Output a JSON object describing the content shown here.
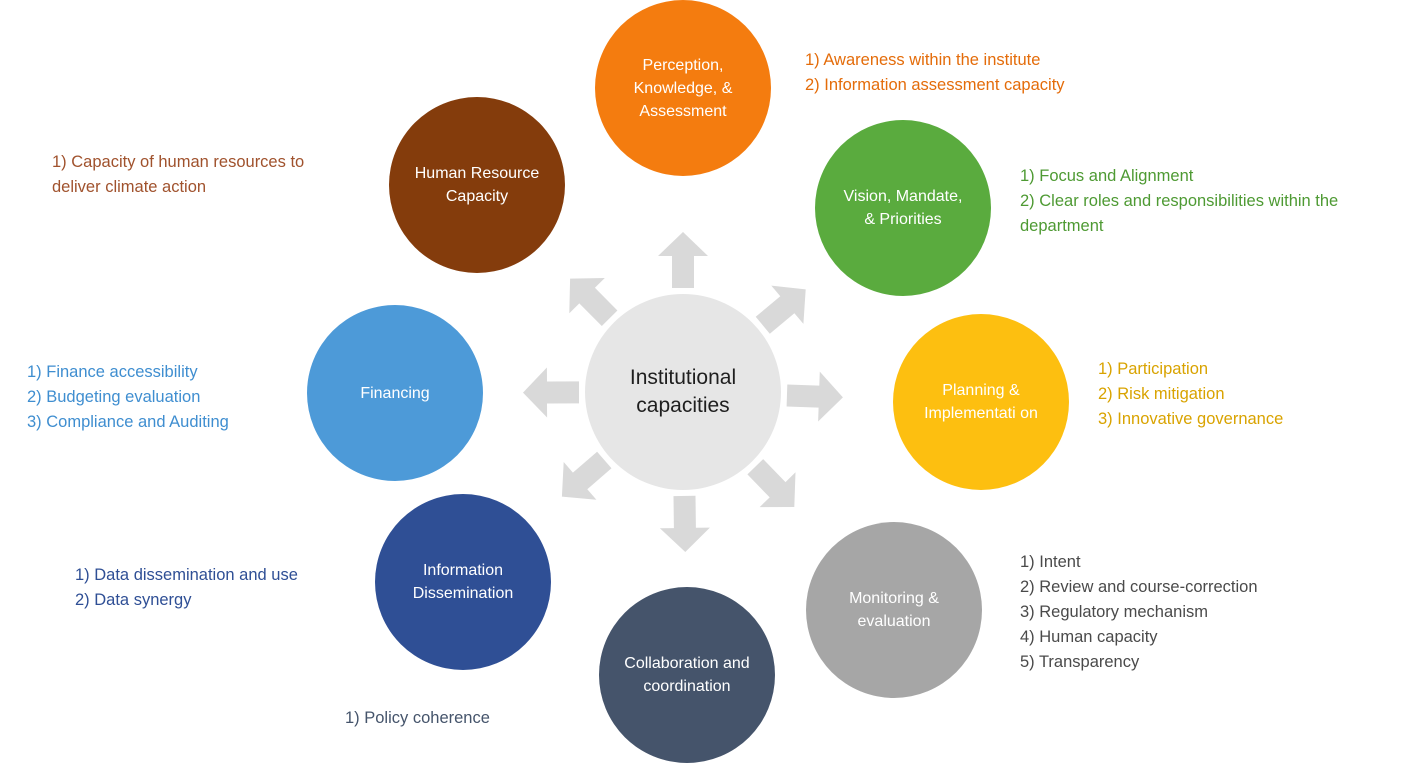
{
  "center": {
    "label": "Institutional capacities"
  },
  "nodes": [
    {
      "id": "perception",
      "label": "Perception, Knowledge, & Assessment",
      "color": "#f47c0f",
      "items": [
        "1) Awareness within the institute",
        "2) Information assessment capacity"
      ]
    },
    {
      "id": "vision",
      "label": "Vision, Mandate, & Priorities",
      "color": "#5aab3e",
      "items": [
        "1) Focus and Alignment",
        "2) Clear roles and responsibilities within the department"
      ]
    },
    {
      "id": "planning",
      "label": "Planning & Implementati on",
      "color": "#fdbf10",
      "items": [
        "1) Participation",
        "2) Risk mitigation",
        "3) Innovative governance"
      ]
    },
    {
      "id": "monitoring",
      "label": "Monitoring & evaluation",
      "color": "#a6a6a6",
      "items": [
        "1) Intent",
        "2) Review and course-correction",
        "3) Regulatory mechanism",
        "4) Human capacity",
        "5) Transparency"
      ]
    },
    {
      "id": "collaboration",
      "label": "Collaboration and coordination",
      "color": "#45546b",
      "items": [
        "1) Policy coherence"
      ]
    },
    {
      "id": "information",
      "label": "Information Dissemination",
      "color": "#2f4f95",
      "items": [
        "1) Data dissemination and use",
        "2) Data synergy"
      ]
    },
    {
      "id": "financing",
      "label": "Financing",
      "color": "#4d9ad8",
      "items": [
        "1) Finance accessibility",
        "2) Budgeting evaluation",
        "3) Compliance and Auditing"
      ]
    },
    {
      "id": "human-resource",
      "label": "Human Resource Capacity",
      "color": "#843c0c",
      "items": [
        "1) Capacity of human resources to deliver climate action"
      ]
    }
  ],
  "colors": {
    "center_circle": "#e6e6e6",
    "arrow": "#d9d9d9",
    "perception_text": "#e46c0a",
    "vision_text": "#4e9a33",
    "planning_text": "#d9a300",
    "monitoring_text": "#4a4a4a",
    "collaboration_text": "#45546b",
    "information_text": "#2f4f95",
    "financing_text": "#3f8ed0",
    "human_resource_text": "#a0522d"
  }
}
